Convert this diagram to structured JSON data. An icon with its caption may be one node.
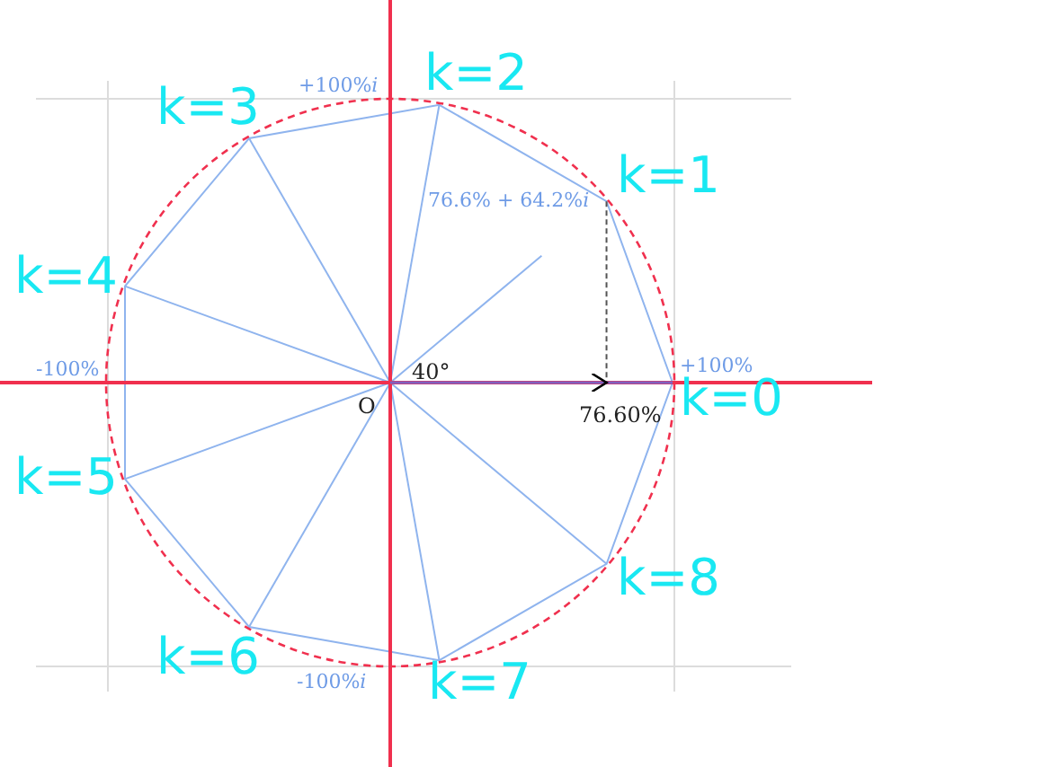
{
  "diagram": {
    "labels": [
      "+100%*i*",
      "k=2",
      "k=3",
      "k=1",
      "76.6% + 64.2%*i*",
      "k=4",
      "40°",
      "-100%",
      "+100%",
      "k=0",
      "O",
      "76.60%",
      "k=5",
      "k=8",
      "k=6",
      "-100%*i*",
      "k=7"
    ]
  }
}
